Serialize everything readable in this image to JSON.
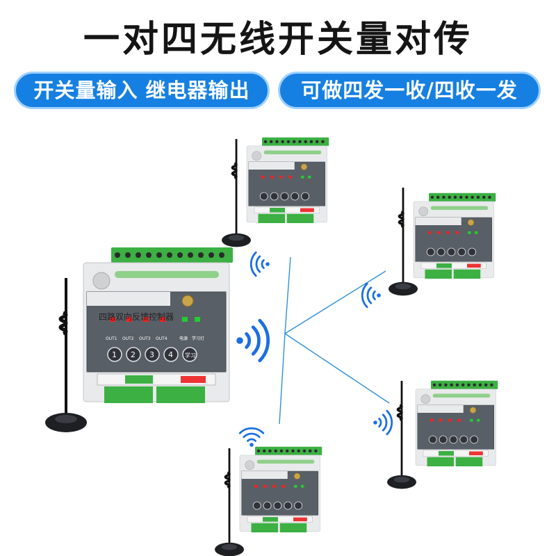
{
  "headline": "一对四无线开关量对传",
  "badges": {
    "left": "开关量输入 继电器输出",
    "right": "可做四发一收/四收一发"
  },
  "device": {
    "title": "四路双向反馈控制器",
    "leds": [
      "OUT1",
      "OUT2",
      "OUT3",
      "OUT4"
    ],
    "status_power": "电源",
    "status_learn": "学习灯",
    "buttons": [
      "1",
      "2",
      "3",
      "4"
    ],
    "learn_button": "学习"
  },
  "colors": {
    "accent": "#1680e2",
    "terminal_green": "#3cb043",
    "panel_dark": "#595f66",
    "signal_blue": "#1b6fe0"
  }
}
